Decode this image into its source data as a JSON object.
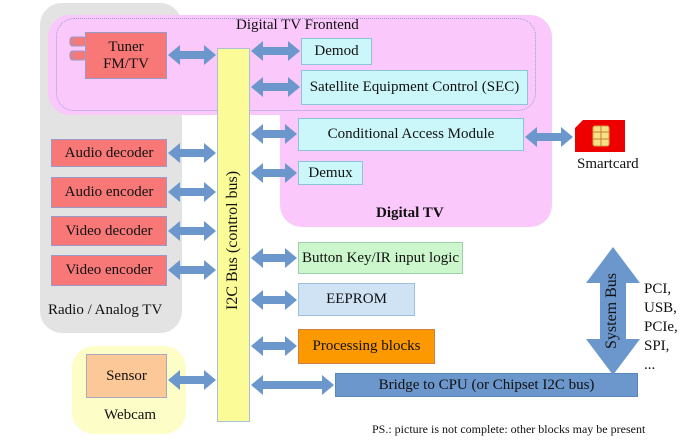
{
  "regions": {
    "radio_analog": "Radio / Analog TV",
    "digital_tv": "Digital TV",
    "digital_tv_frontend": "Digital TV Frontend",
    "webcam": "Webcam"
  },
  "bus": {
    "i2c": "I2C Bus (control bus)",
    "system": "System Bus",
    "system_list": [
      "PCI,",
      "USB,",
      "PCIe,",
      "SPI,",
      "..."
    ]
  },
  "blocks": {
    "tuner": [
      "Tuner",
      "FM/TV"
    ],
    "demod": "Demod",
    "sec": "Satellite Equipment Control (SEC)",
    "cam": "Conditional Access Module",
    "demux": "Demux",
    "audio_decoder": "Audio decoder",
    "audio_encoder": "Audio encoder",
    "video_decoder": "Video decoder",
    "video_encoder": "Video encoder",
    "button_ir": "Button Key/IR input logic",
    "eeprom": "EEPROM",
    "processing": "Processing blocks",
    "sensor": "Sensor",
    "bridge": "Bridge to CPU (or Chipset I2C bus)"
  },
  "smartcard": "Smartcard",
  "footnote": "PS.: picture is not complete: other blocks may be present",
  "colors": {
    "analog_region": "#e3e3e3",
    "digital_region": "#fbc8fb",
    "webcam_region": "#fdfdc8",
    "i2c_bus": "#fbfb98",
    "arrow": "#6b97cc",
    "smartcard": "#ee0000"
  }
}
